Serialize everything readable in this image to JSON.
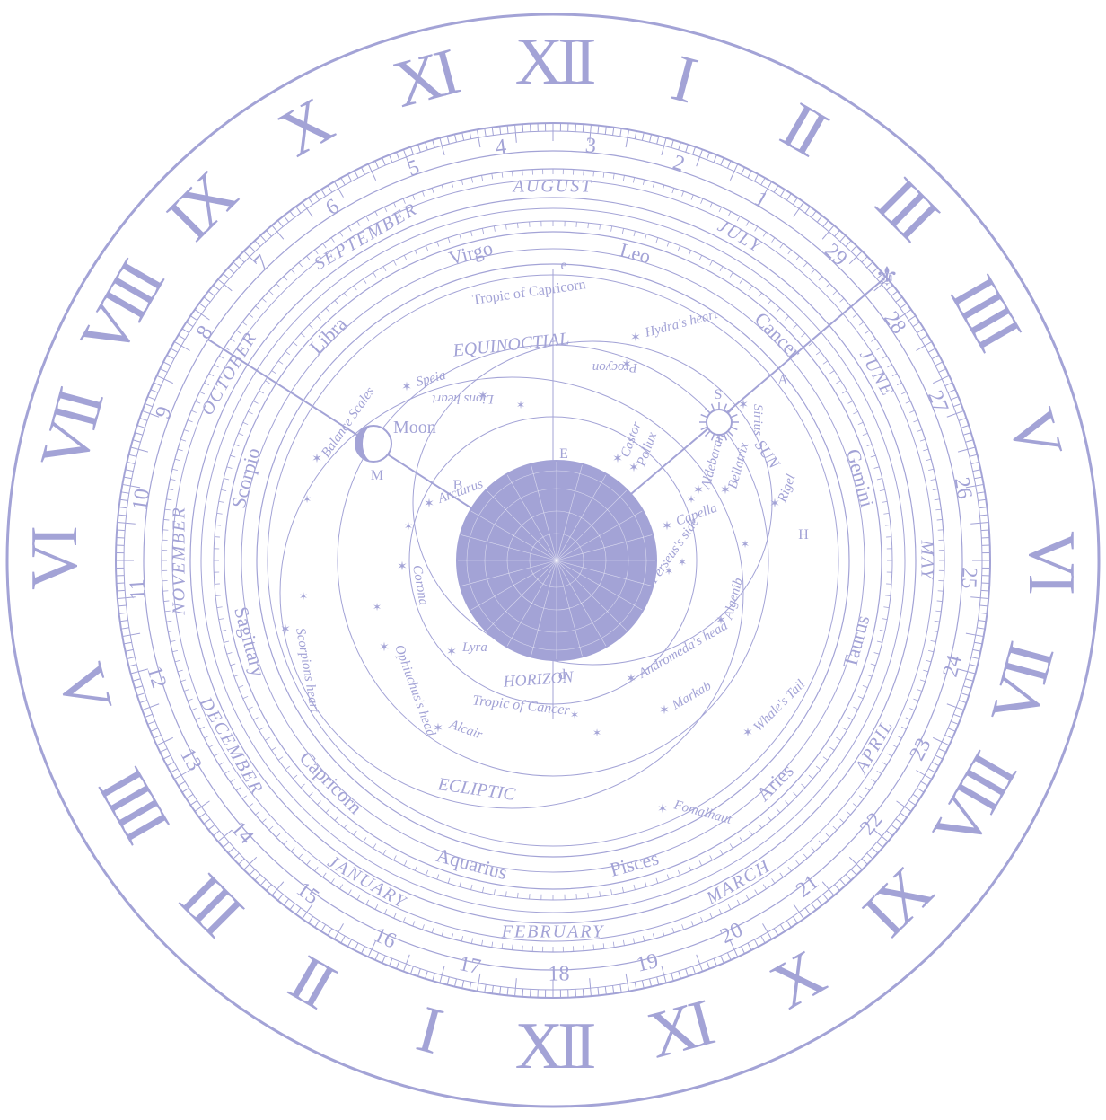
{
  "colors": {
    "ink": "#a3a3d6",
    "background": "#ffffff"
  },
  "roman_numerals": [
    "I",
    "II",
    "III",
    "IIII",
    "V",
    "VI",
    "VII",
    "VIII",
    "IX",
    "X",
    "XI",
    "XII",
    "I",
    "II",
    "III",
    "IIII",
    "V",
    "VI",
    "VII",
    "VIII",
    "IX",
    "X",
    "XI",
    "XII"
  ],
  "day_numbers": [
    "1",
    "2",
    "3",
    "4",
    "5",
    "6",
    "7",
    "8",
    "9",
    "10",
    "11",
    "12",
    "13",
    "14",
    "15",
    "16",
    "17",
    "18",
    "19",
    "20",
    "21",
    "22",
    "23",
    "24",
    "25",
    "26",
    "27",
    "28",
    "29"
  ],
  "months": [
    "JULY",
    "AUGUST",
    "SEPTEMBER",
    "OCTOBER",
    "NOVEMBER",
    "DECEMBER",
    "JANUARY",
    "FEBRUARY",
    "MARCH",
    "APRIL",
    "MAY",
    "JUNE"
  ],
  "zodiac": [
    "Leo",
    "Virgo",
    "Libra",
    "Scorpio",
    "Sagittary",
    "Capricorn",
    "Aquarius",
    "Pisces",
    "Aries",
    "Taurus",
    "Gemini",
    "Cancer"
  ],
  "circle_labels": {
    "equinoctial": "EQUINOCTIAL",
    "ecliptic": "ECLIPTIC",
    "horizon": "HORIZON",
    "tropic_capricorn": "Tropic of Capricorn",
    "tropic_cancer": "Tropic of Cancer"
  },
  "bodies": {
    "moon": "Moon",
    "sun": "SUN",
    "moon_letter": "M",
    "sun_letter": "S"
  },
  "point_letters": {
    "A": "A",
    "B": "B",
    "E": "E",
    "H": "H",
    "e": "e",
    "d": "d"
  },
  "stars": [
    "Hydra's heart",
    "Procyon",
    "Lions heart",
    "Speia",
    "Balance Scales",
    "Arcturus",
    "Corona",
    "Castor",
    "Pollux",
    "Capella",
    "Sirius",
    "Aldebaran",
    "Bellatrix",
    "Rigel",
    "Perseus's side",
    "Algenib",
    "Markab",
    "Andromeda's head",
    "Lyra",
    "Scorpions heart",
    "Ophiuchus's head",
    "Alcair",
    "Whale's Tail",
    "Fomalhaut"
  ]
}
